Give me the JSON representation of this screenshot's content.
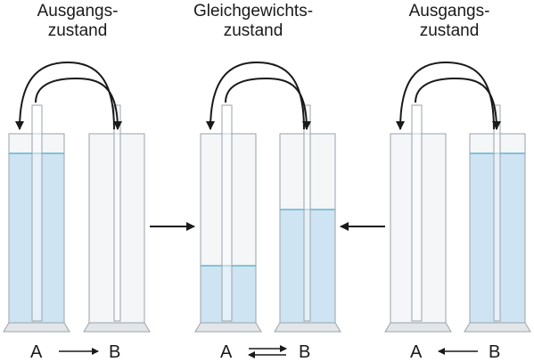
{
  "captions": {
    "left": {
      "line1": "Ausgangs-",
      "line2": "zustand"
    },
    "mid": {
      "line1": "Gleichgewichts-",
      "line2": "zustand"
    },
    "right": {
      "line1": "Ausgangs-",
      "line2": "zustand"
    }
  },
  "labels": {
    "left": {
      "a": "A",
      "b": "B"
    },
    "mid": {
      "a": "A",
      "b": "B"
    },
    "right": {
      "a": "A",
      "b": "B"
    }
  },
  "colors": {
    "water": "#cfe4f2",
    "water_line": "#5fb7cf",
    "glass": "#f4f6f8",
    "outline": "#9aa3aa",
    "stroke": "#1a1a1a"
  }
}
